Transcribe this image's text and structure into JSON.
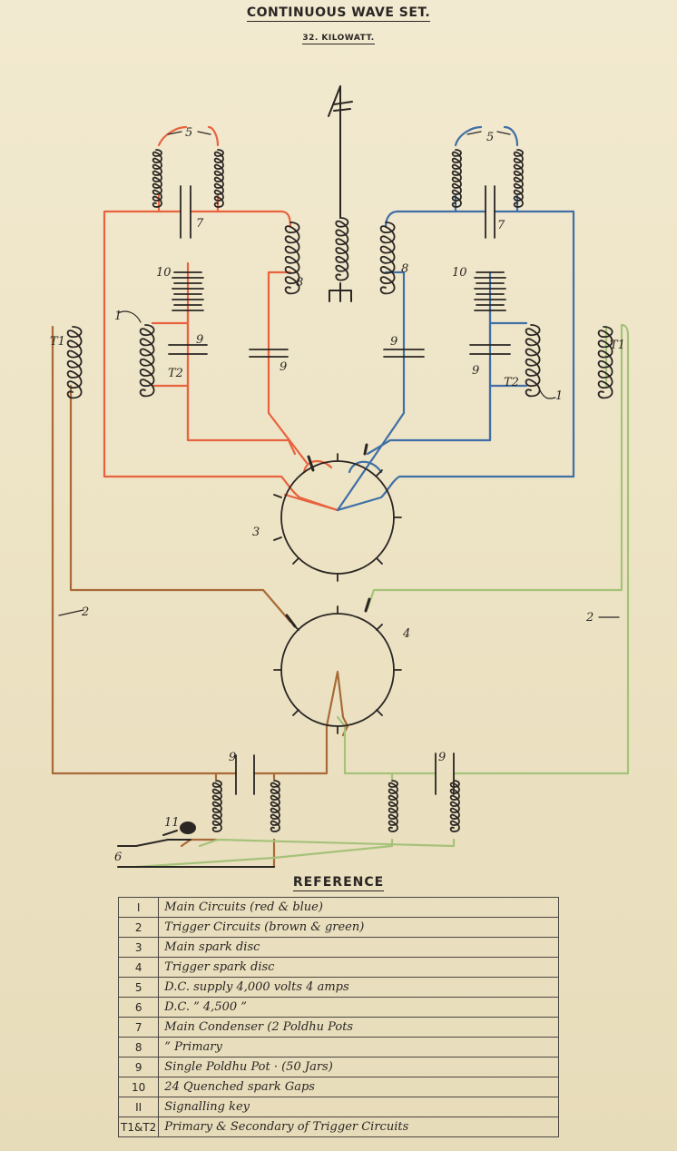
{
  "title": "CONTINUOUS WAVE SET.",
  "subtitle": "32. KILOWATT.",
  "colors": {
    "main_left": "#e8623e",
    "main_right": "#3f6fa6",
    "trigger_left": "#a86a37",
    "trigger_right": "#a6c27a",
    "ink": "#2a2623"
  },
  "diagram_labels": {
    "l5_left": "5",
    "l5_right": "5",
    "l7_left": "7",
    "l7_right": "7",
    "l8_left": "8",
    "l8_right": "8",
    "l10_left": "10",
    "l10_right": "10",
    "l1_left": "1",
    "l1_right": "1",
    "l9_left_a": "9",
    "l9_left_b": "9",
    "l9_right_a": "9",
    "l9_right_b": "9",
    "lT2_left": "T2",
    "lT2_right": "T2",
    "lT1_left": "T1",
    "lT1_right": "T1",
    "l3": "3",
    "l4": "4",
    "l2_left": "2",
    "l2_right": "2",
    "l9_bottom_left": "9",
    "l9_bottom_right": "9",
    "l11": "11",
    "l6": "6"
  },
  "reference": {
    "heading": "REFERENCE",
    "rows": [
      {
        "num": "I",
        "text": "Main Circuits (red & blue)"
      },
      {
        "num": "2",
        "text": "Trigger Circuits (brown & green)"
      },
      {
        "num": "3",
        "text": "Main spark disc"
      },
      {
        "num": "4",
        "text": "Trigger spark disc"
      },
      {
        "num": "5",
        "text": "D.C. supply 4,000 volts 4 amps"
      },
      {
        "num": "6",
        "text": "D.C. ” 4,500 ”"
      },
      {
        "num": "7",
        "text": "Main Condenser (2 Poldhu Pots"
      },
      {
        "num": "8",
        "text": "” Primary"
      },
      {
        "num": "9",
        "text": "Single Poldhu Pot · (50 Jars)"
      },
      {
        "num": "10",
        "text": "24 Quenched spark Gaps"
      },
      {
        "num": "II",
        "text": "Signalling key"
      },
      {
        "num": "T1&T2",
        "text": "Primary & Secondary of Trigger Circuits"
      }
    ]
  }
}
